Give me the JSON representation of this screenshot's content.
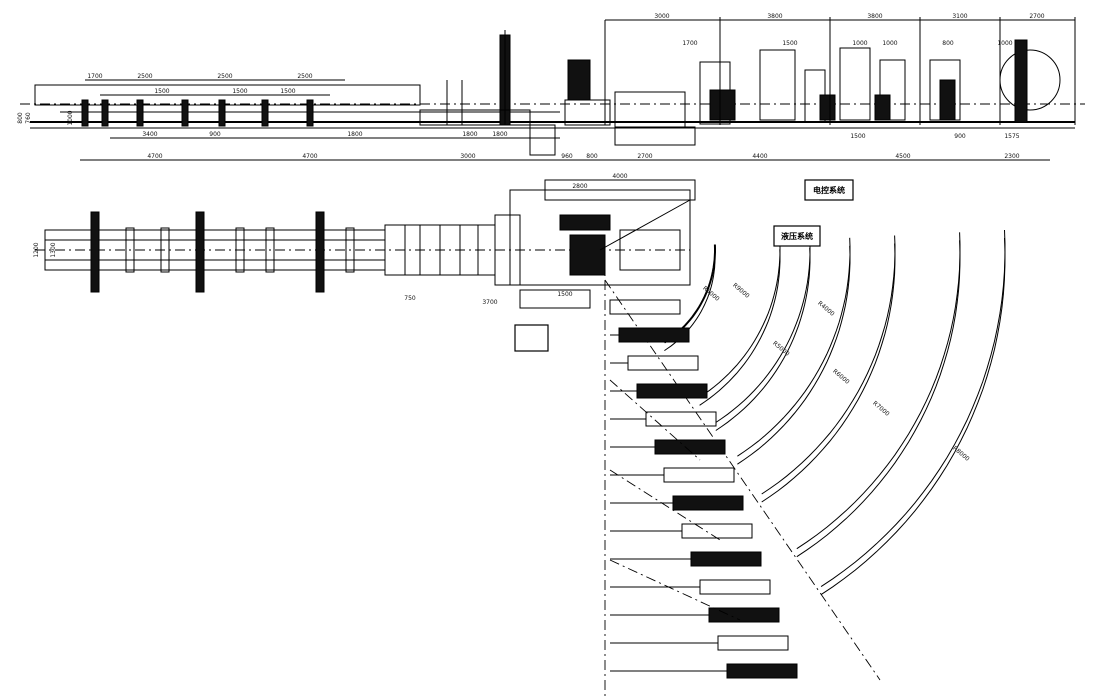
{
  "dimensions": {
    "top_upper": [
      "3000",
      "3800",
      "3800",
      "3100",
      "2700"
    ],
    "top_left": [
      "1700",
      "2500",
      "2500",
      "2500"
    ],
    "top_left_inner": [
      "1500",
      "1500",
      "1500"
    ],
    "top_sub": [
      "1700",
      "1500",
      "1000",
      "1000",
      "800",
      "1000"
    ],
    "top_lower": [
      "3400",
      "900",
      "1800",
      "1800",
      "1800"
    ],
    "top_bottom": [
      "4700",
      "4700",
      "3000",
      "960",
      "800",
      "2700",
      "4400",
      "4500",
      "2300"
    ],
    "top_right_small": [
      "1500",
      "900",
      "1575"
    ],
    "left_verticals": [
      "800",
      "760",
      "1000"
    ],
    "plan_top": [
      "4000",
      "2800"
    ],
    "plan_bottom": [
      "3700",
      "750",
      "1500"
    ],
    "plan_left": [
      "1200",
      "1300"
    ],
    "arc_labels": [
      "R3000",
      "R4000",
      "R5000",
      "R6000",
      "R7000",
      "R8000",
      "R9000"
    ]
  },
  "labels": {
    "electrical_system": "电控系统",
    "hydraulic_system": "液压系统",
    "empty_box": ""
  }
}
